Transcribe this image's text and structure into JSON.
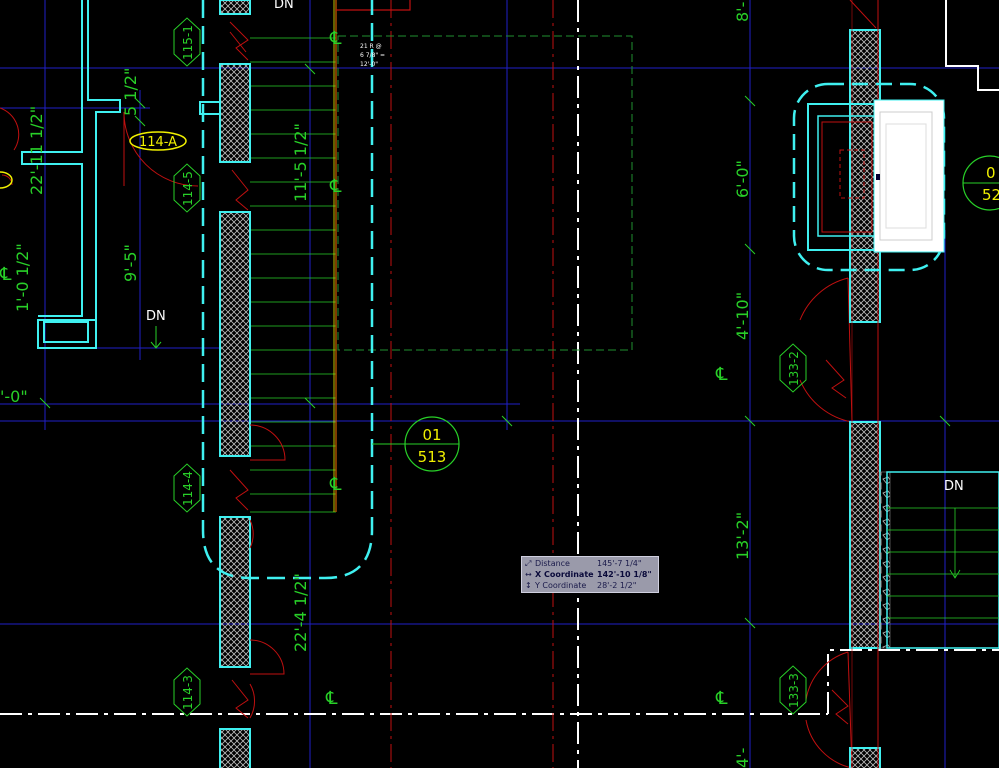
{
  "labels": {
    "dn_top": "DN",
    "dn_left": "DN",
    "dn_right": "DN",
    "room_114a": "114-A",
    "small_note_1": "21 R @",
    "small_note_2": "6 7/8\" =",
    "small_note_3": "12'-0\""
  },
  "tags": {
    "t115_1": "115-1",
    "t114_5": "114-5",
    "t114_4": "114-4",
    "t114_3": "114-3",
    "t133_2": "133-2",
    "t133_3": "133-3"
  },
  "callouts": {
    "main_top": "01",
    "main_bottom": "513",
    "right_top": "0",
    "right_bottom": "52"
  },
  "dimensions": {
    "d_5_1_2": "5 1/2\"",
    "d_22_11_1_2": "22'-11 1/2\"",
    "d_9_5": "9'-5\"",
    "d_1_0_1_2": "1'-0 1/2\"",
    "d_0": "'-0\"",
    "d_11_5_1_2": "11'-5 1/2\"",
    "d_22_4_1_2": "22'-4 1/2\"",
    "d_8": "8'-",
    "d_6_0": "6'-0\"",
    "d_4_10": "4'-10\"",
    "d_13_2": "13'-2\"",
    "d_4": "4'-"
  },
  "centerline_symbol": "℄",
  "tooltip": {
    "distance_label": "Distance",
    "distance_value": "145'-7 1/4\"",
    "x_label": "X Coordinate",
    "x_value": "142'-10 1/8\"",
    "y_label": "Y Coordinate",
    "y_value": "28'-2 1/2\""
  },
  "colors": {
    "background": "#000000",
    "wall_cyan": "#3ff0f0",
    "grid_blue": "#2020c8",
    "dim_green": "#28d028",
    "tag_yellow": "#f0f000",
    "door_red": "#c01010",
    "centerline_white": "#ffffff",
    "tooltip_bg": "#9a9aaa"
  }
}
